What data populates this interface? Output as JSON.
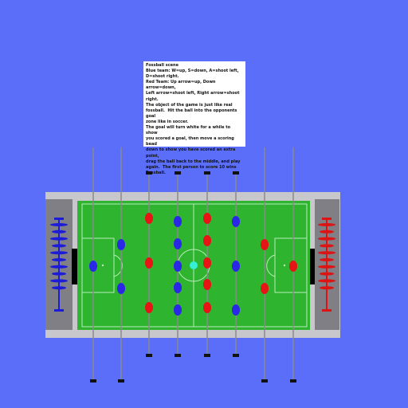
{
  "info_text": "Fossball scene\nBlue team: W=up, S=down, A=shoot left,\nD=shoot right.\nRed Team: Up arrow=up, Down arrow=down,\nLeft arrow=shoot left, Right arrow=shoot\nright.\nThe object of the game is just like real\nfossball.  Hit the ball into the opponents goal\nzone like in soccer.\nThe goal will turn white for a while to show\nyou scored a goal, then move a scoring bead\ndown to show you have scored an extra point,\ndrag the ball back to the middle, and play\nagain.  The first person to score 10 wins\nFossball.",
  "colors": {
    "background": "#5b6ef9",
    "table_frame": "#c8c8cc",
    "goal_area": "#7f7f85",
    "pitch": "#2fb42f",
    "pitch_line": "#b8ecb8",
    "rod": "#8a8a8a",
    "handle": "#111111",
    "blue_player": "#2a28e6",
    "red_player": "#e61414",
    "ball": "#33f0d6",
    "blue_score": "#1c1cd8",
    "red_score": "#dc1414"
  },
  "rods": [
    {
      "team": "blue",
      "players": 1
    },
    {
      "team": "blue",
      "players": 2
    },
    {
      "team": "red",
      "players": 3
    },
    {
      "team": "blue",
      "players": 5
    },
    {
      "team": "red",
      "players": 5
    },
    {
      "team": "blue",
      "players": 3
    },
    {
      "team": "red",
      "players": 2
    },
    {
      "team": "red",
      "players": 1
    }
  ],
  "score_beads_per_side": 10
}
